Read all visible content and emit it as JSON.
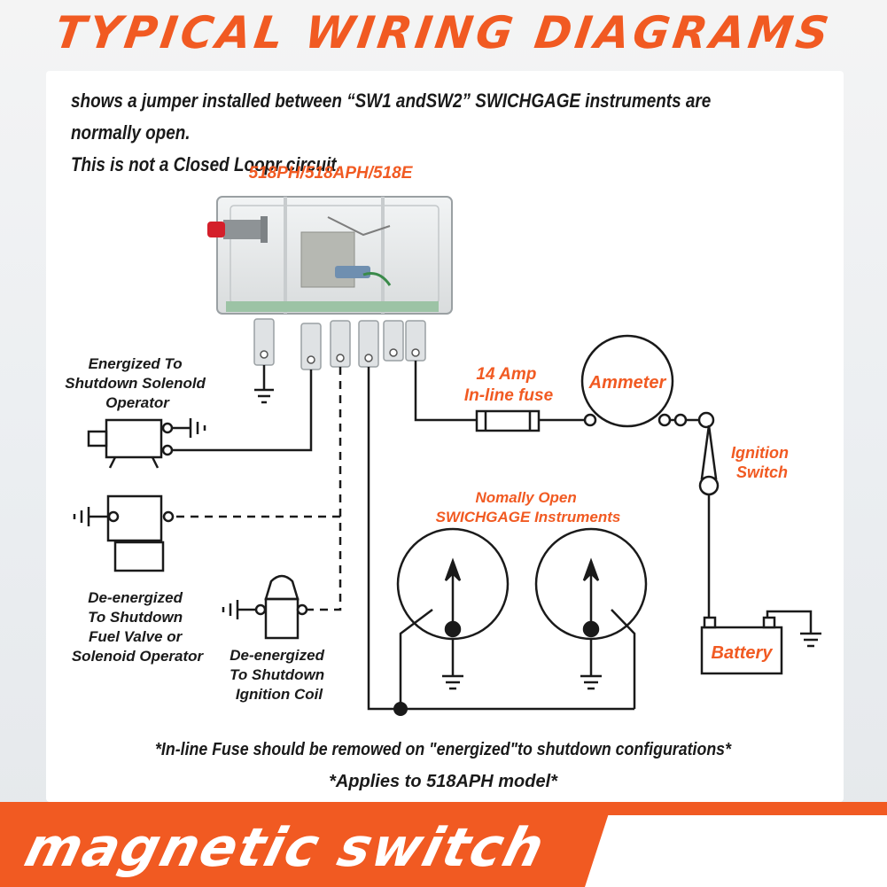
{
  "header": {
    "title": "TYPICAL WIRING DIAGRAMS"
  },
  "intro": {
    "line1": "shows a jumper installed between “SW1 andSW2” SWICHGAGE instruments are normally open.",
    "line2": "This is not a Closed Loopr circuit."
  },
  "diagram": {
    "model_label": "518PH/518APH/518E",
    "energized_label": [
      "Energized To",
      "Shutdown Solenold",
      "Operator"
    ],
    "fuel_valve_label": [
      "De-energized",
      "To Shutdown",
      "Fuel Valve or",
      "Solenoid Operator"
    ],
    "ignition_coil_label": [
      "De-energized",
      "To Shutdown",
      "Ignition Coil"
    ],
    "fuse_label": [
      "14 Amp",
      "In-line fuse"
    ],
    "ammeter_label": "Ammeter",
    "ignition_switch_label": [
      "Ignition",
      "Switch"
    ],
    "instruments_label": [
      "Nomally Open",
      "SWICHGAGE Instruments"
    ],
    "battery_label": "Battery"
  },
  "notes": {
    "fuse_note": "*In-line Fuse should be remowed on \"energized\"to shutdown configurations*",
    "applies_note": "*Applies to 518APH model*"
  },
  "footer": {
    "brand_text": "magnetic switch"
  },
  "colors": {
    "accent": "#f15a22",
    "ink": "#1a1a1a",
    "background": "#ffffff"
  }
}
